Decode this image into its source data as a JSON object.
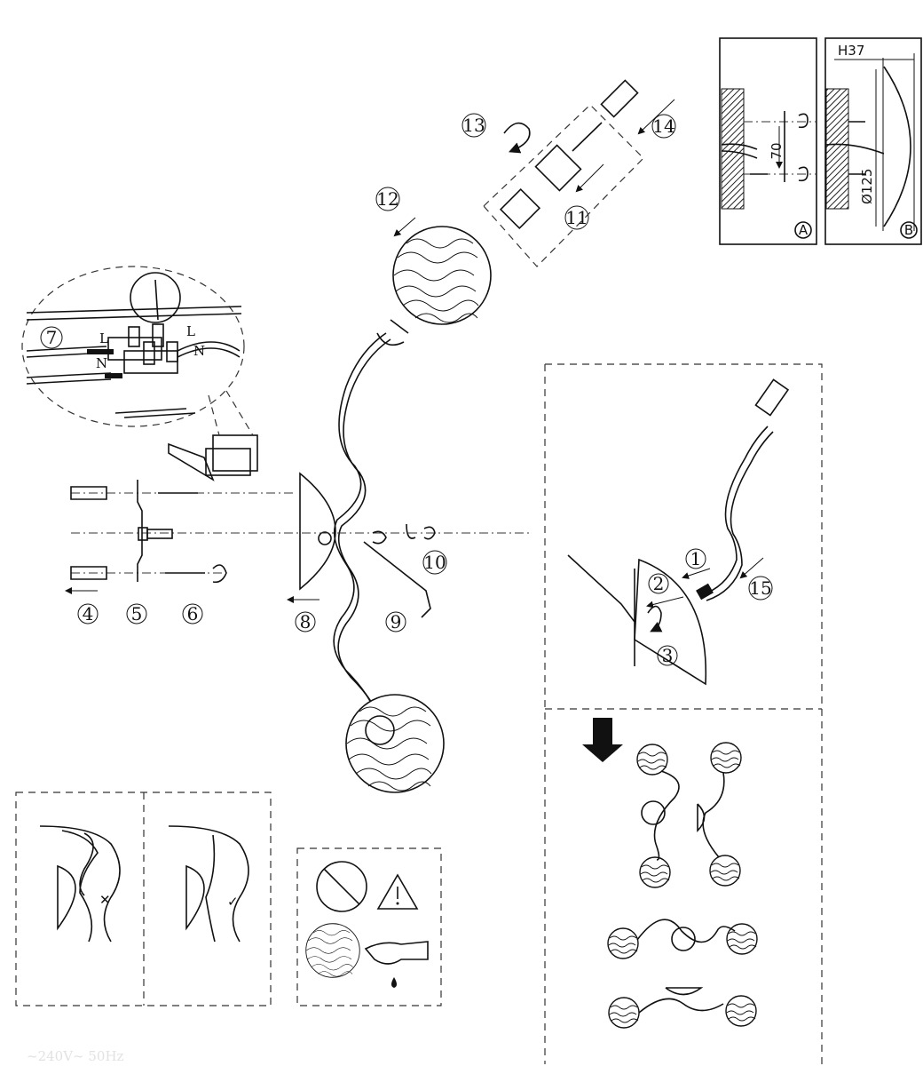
{
  "steps": [
    "1",
    "2",
    "3",
    "4",
    "5",
    "6",
    "7",
    "8",
    "9",
    "10",
    "11",
    "12",
    "13",
    "14",
    "15"
  ],
  "detail_a": {
    "label": "A",
    "dimension": "70"
  },
  "detail_b": {
    "label": "B",
    "height": "H37",
    "diameter": "Ø125"
  },
  "wiring": {
    "live_in": "L",
    "neutral_in": "N",
    "live_out": "L",
    "neutral_out": "N"
  },
  "mounting_hint": {
    "wrong_mark": "✕",
    "right_mark": "✓"
  },
  "footer_text": "~240V~ 50Hz",
  "colors": {
    "ink": "#111111",
    "paper": "#ffffff"
  }
}
